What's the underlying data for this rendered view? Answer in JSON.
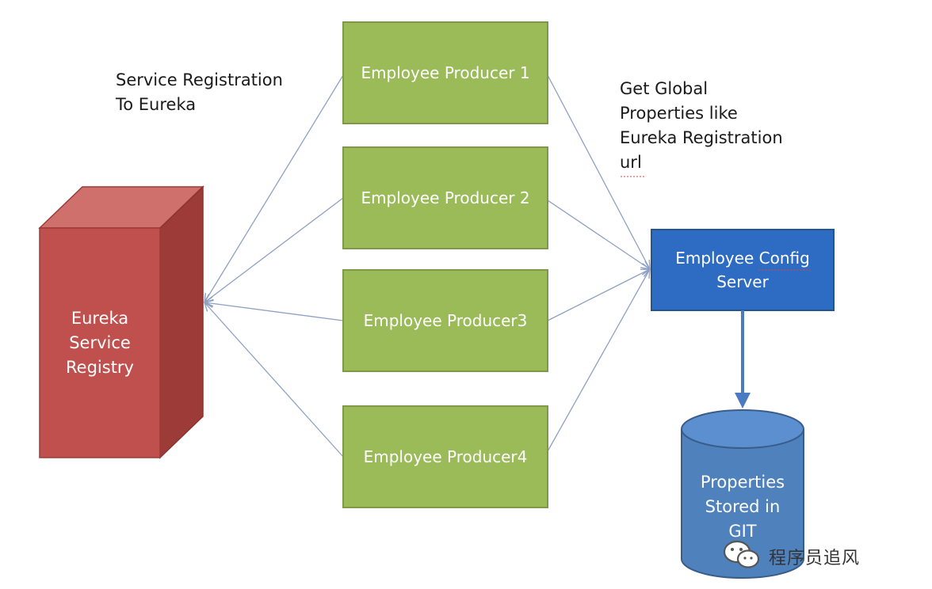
{
  "captions": {
    "registration": "Service Registration\nTo Eureka",
    "global_properties": "Get Global\nProperties like\nEureka Registration\nurl"
  },
  "registry": {
    "label": "Eureka\nService\nRegistry"
  },
  "producers": [
    {
      "label": "Employee Producer 1"
    },
    {
      "label": "Employee Producer 2"
    },
    {
      "label": "Employee Producer3"
    },
    {
      "label": "Employee Producer4"
    }
  ],
  "config_server": {
    "label": "Employee Config\nServer"
  },
  "git_store": {
    "label": "Properties\nStored in\nGIT"
  },
  "watermark": {
    "text": "程序员追风",
    "icon": "wechat-icon"
  },
  "colors": {
    "producer_fill": "#9bbb59",
    "producer_border": "#7e9a46",
    "registry_front": "#c0504d",
    "registry_side": "#9c3b38",
    "registry_top": "#d0706d",
    "config_fill": "#2e6cc4",
    "db_fill": "#4f81bd",
    "connector": "#8ea0c4",
    "arrow": "#4a7ac2"
  }
}
